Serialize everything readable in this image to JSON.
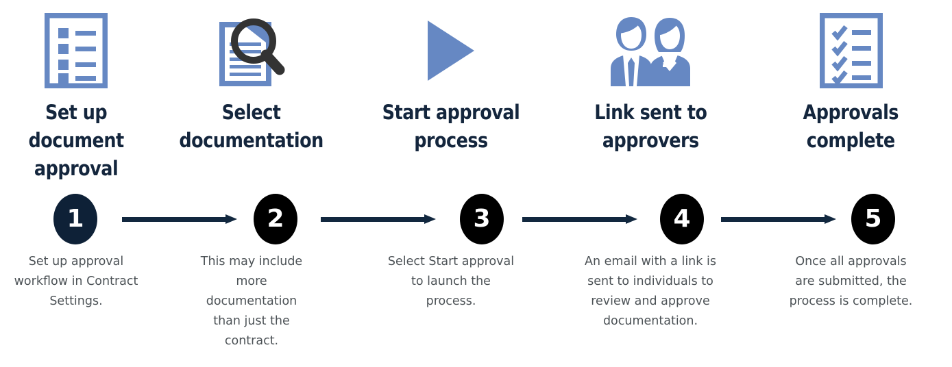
{
  "diagram": {
    "title_semantics": "document-approval-process-flow",
    "colors": {
      "accent_blue": "#6688c3",
      "heading_navy": "#14263d",
      "circle_first": "#0e2137",
      "circle_rest": "#000000",
      "arrow": "#12283f",
      "body_text": "#4c5256",
      "magnifier_dark": "#333333",
      "background": "#ffffff"
    },
    "steps": [
      {
        "number": "1",
        "icon": "document-checklist-icon",
        "heading": "Set up\ndocument\napproval",
        "description": "Set up approval workflow in Contract Settings."
      },
      {
        "number": "2",
        "icon": "document-search-icon",
        "heading": "Select\ndocumentation",
        "description": "This may include more documentation than just the contract."
      },
      {
        "number": "3",
        "icon": "play-triangle-icon",
        "heading": "Start approval\nprocess",
        "description": "Select Start approval to launch the process."
      },
      {
        "number": "4",
        "icon": "two-people-icon",
        "heading": "Link sent to\napprovers",
        "description": "An email with a link is sent to individuals to review and approve documentation."
      },
      {
        "number": "5",
        "icon": "document-checkmarks-icon",
        "heading": "Approvals\ncomplete",
        "description": "Once all approvals are submitted, the process is complete."
      }
    ],
    "arrows": [
      {
        "from": "1",
        "to": "2"
      },
      {
        "from": "2",
        "to": "3"
      },
      {
        "from": "3",
        "to": "4"
      },
      {
        "from": "4",
        "to": "5"
      }
    ]
  }
}
